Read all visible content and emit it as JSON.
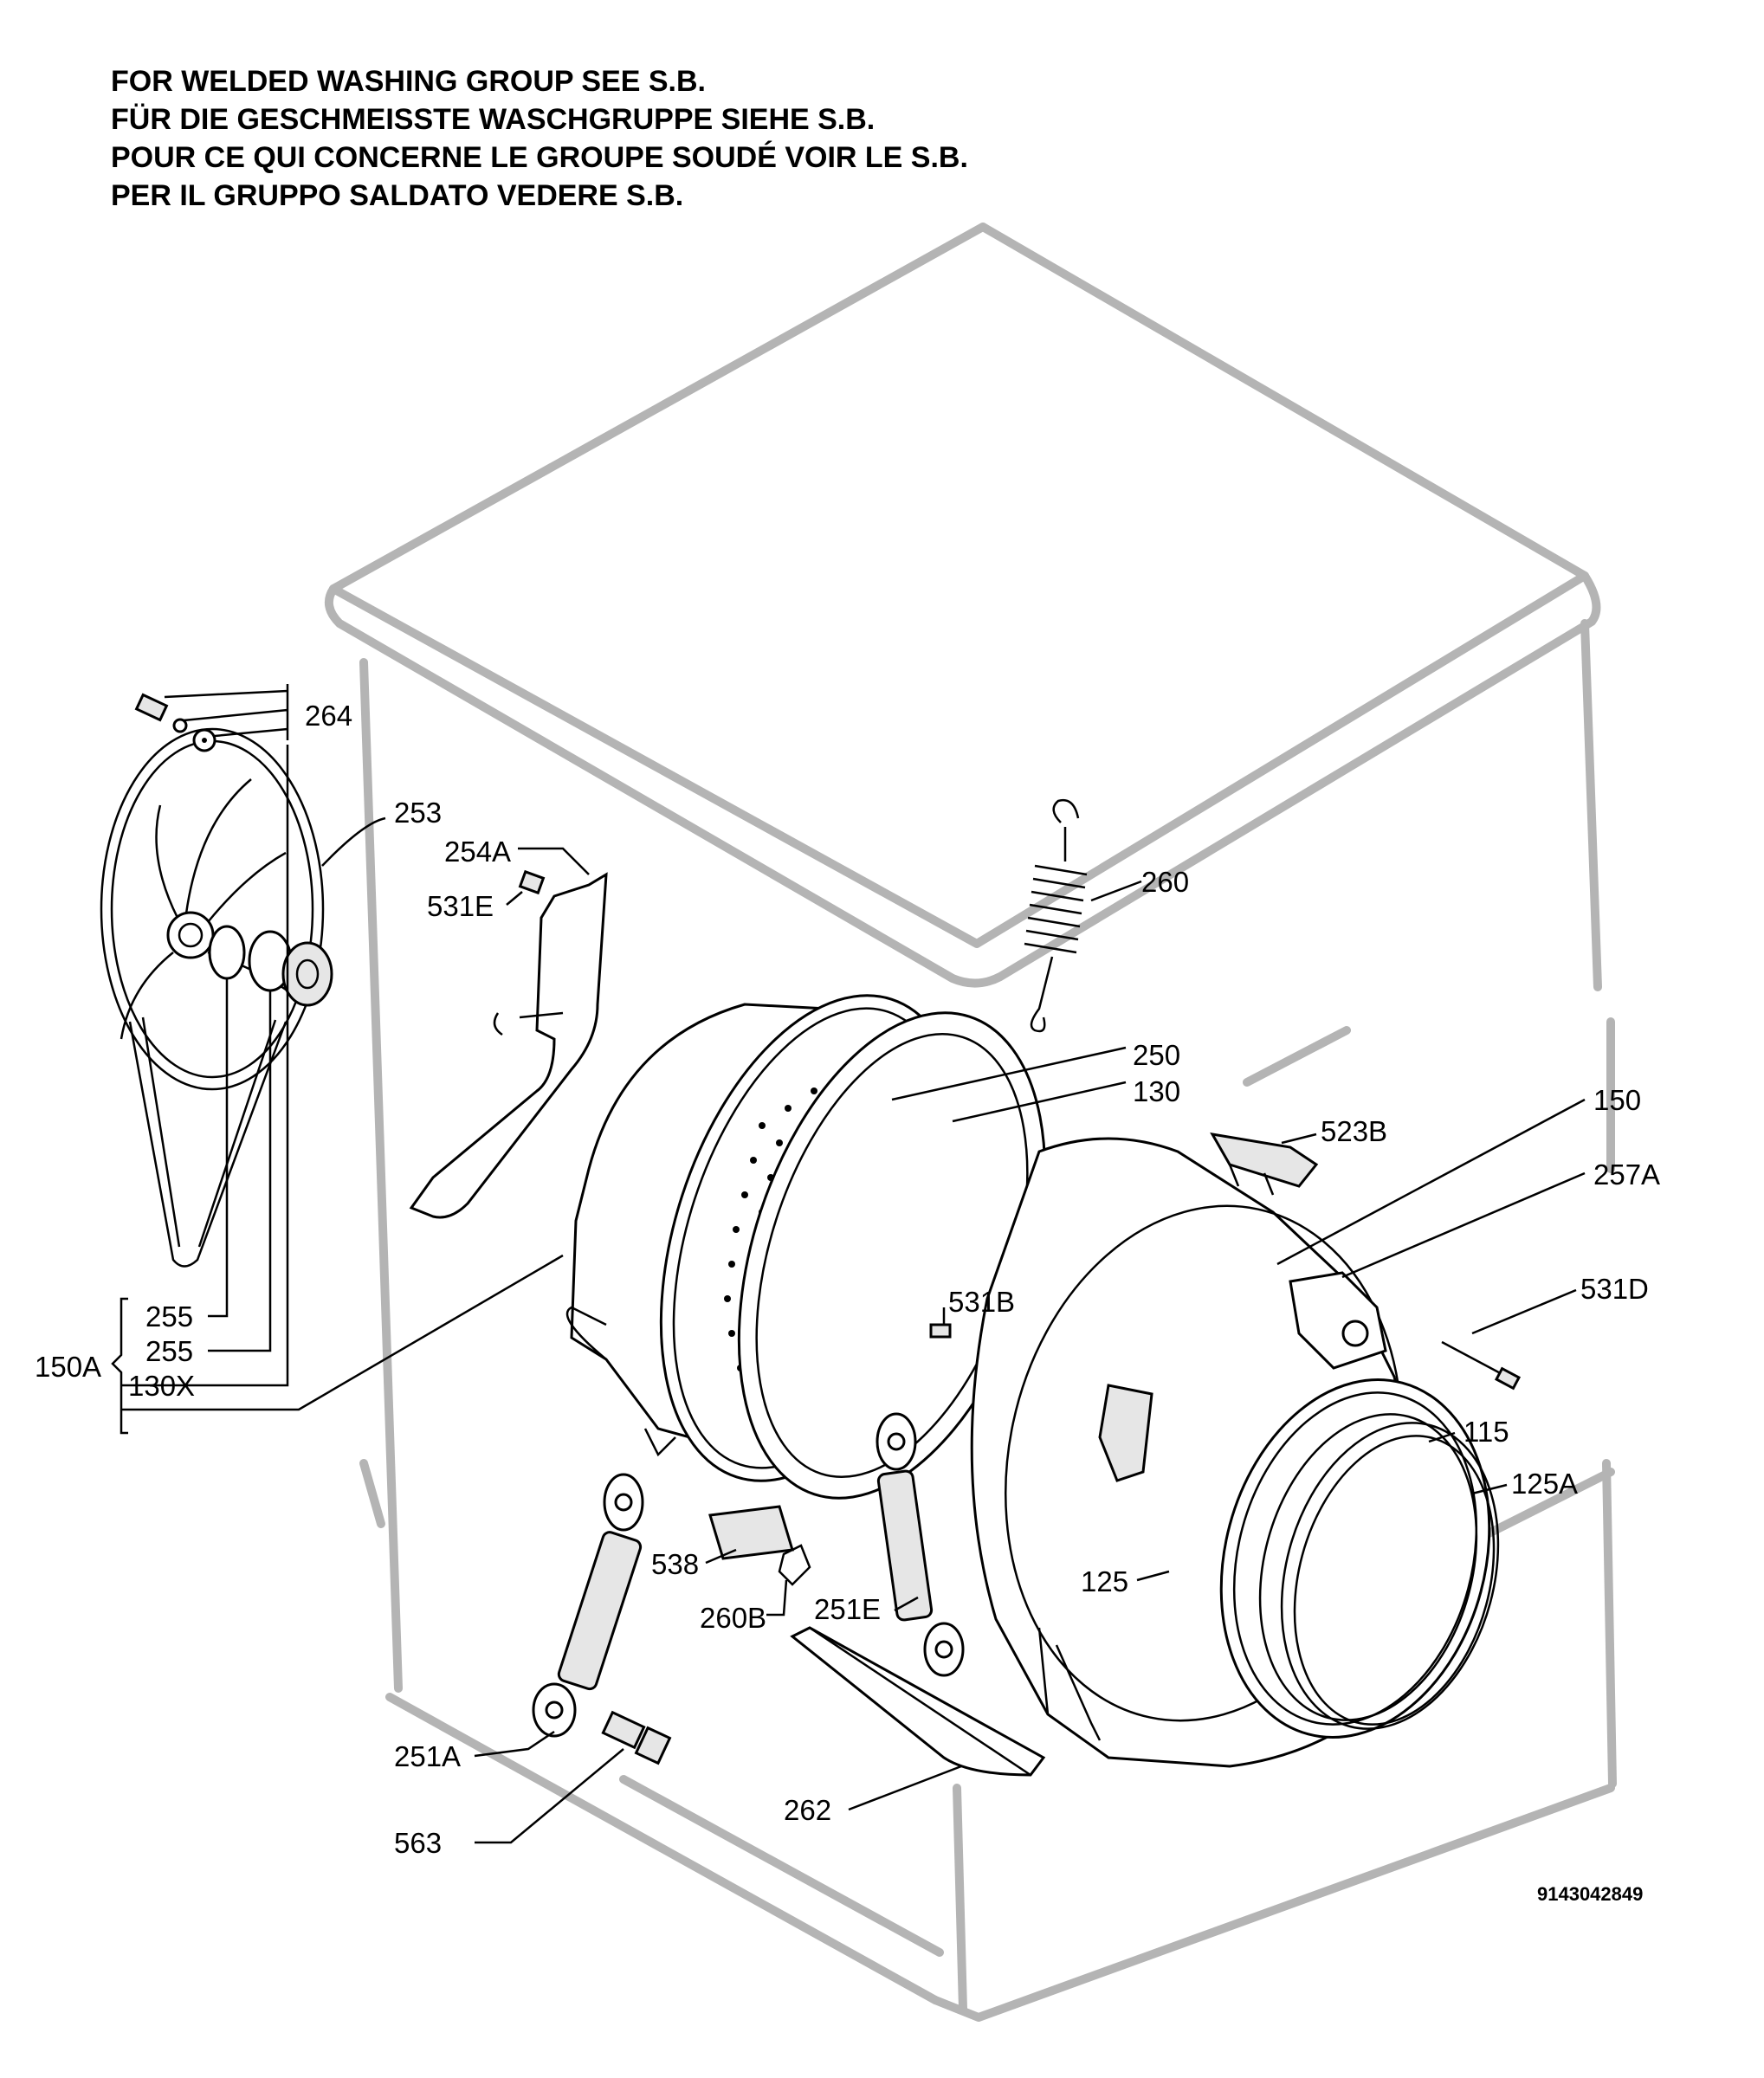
{
  "header": {
    "lines": [
      "FOR WELDED WASHING GROUP SEE S.B.",
      "FÜR DIE GESCHMEISSTE WASCHGRUPPE SIEHE S.B.",
      "POUR CE QUI CONCERNE LE GROUPE SOUDÉ VOIR LE S.B.",
      "PER IL GRUPPO SALDATO VEDERE S.B."
    ]
  },
  "labels": {
    "p264": "264",
    "p253": "253",
    "p254A": "254A",
    "p531E": "531E",
    "p260": "260",
    "p250": "250",
    "p130": "130",
    "p150": "150",
    "p523B": "523B",
    "p257A": "257A",
    "p531B": "531B",
    "p531D": "531D",
    "p255a": "255",
    "p255b": "255",
    "p150A": "150A",
    "p130X": "130X",
    "p115": "115",
    "p125A": "125A",
    "p538": "538",
    "p260B": "260B",
    "p251E": "251E",
    "p125": "125",
    "p251A": "251A",
    "p563": "563",
    "p262": "262"
  },
  "drawing_code": "9143042849"
}
